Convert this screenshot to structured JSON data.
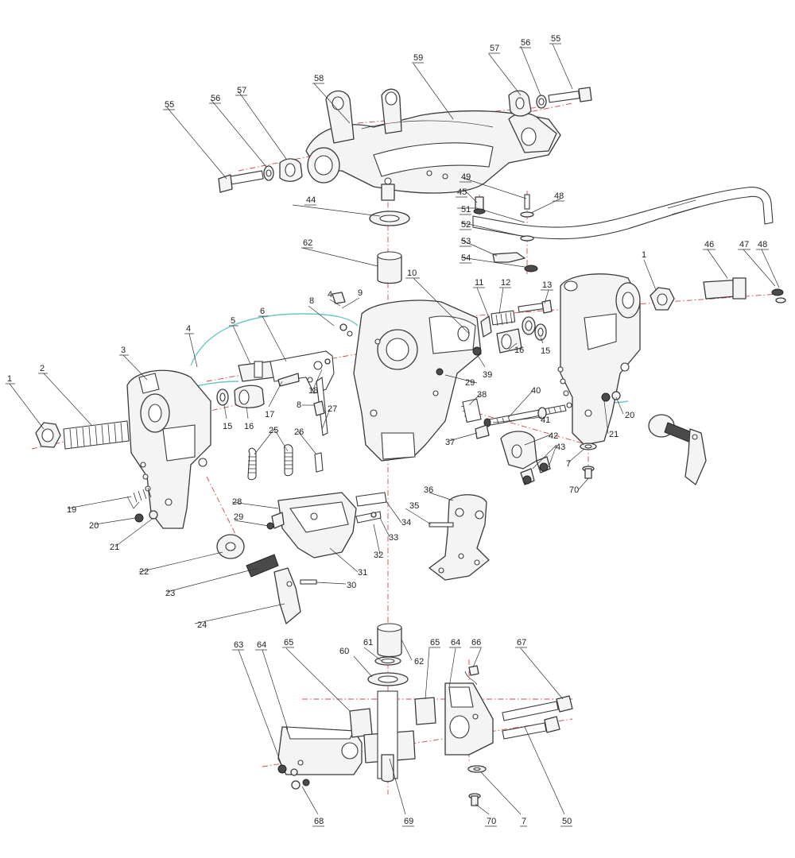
{
  "diagram": {
    "labels": [
      {
        "id": "l1a",
        "text": "1"
      },
      {
        "id": "l2",
        "text": "2"
      },
      {
        "id": "l3",
        "text": "3"
      },
      {
        "id": "l4a",
        "text": "4"
      },
      {
        "id": "l5",
        "text": "5"
      },
      {
        "id": "l6",
        "text": "6"
      },
      {
        "id": "l8a",
        "text": "8"
      },
      {
        "id": "l4b",
        "text": "4"
      },
      {
        "id": "l9",
        "text": "9"
      },
      {
        "id": "l10",
        "text": "10"
      },
      {
        "id": "l11",
        "text": "11"
      },
      {
        "id": "l12",
        "text": "12"
      },
      {
        "id": "l13",
        "text": "13"
      },
      {
        "id": "l1b",
        "text": "1"
      },
      {
        "id": "l46",
        "text": "46"
      },
      {
        "id": "l47",
        "text": "47"
      },
      {
        "id": "l48b",
        "text": "48"
      },
      {
        "id": "l15a",
        "text": "15"
      },
      {
        "id": "l16a",
        "text": "16"
      },
      {
        "id": "l17",
        "text": "17"
      },
      {
        "id": "l18",
        "text": "18"
      },
      {
        "id": "l8b",
        "text": "8"
      },
      {
        "id": "l27",
        "text": "27"
      },
      {
        "id": "l15b",
        "text": "15"
      },
      {
        "id": "l16b",
        "text": "16"
      },
      {
        "id": "l39",
        "text": "39"
      },
      {
        "id": "l29a",
        "text": "29"
      },
      {
        "id": "l38",
        "text": "38"
      },
      {
        "id": "l40",
        "text": "40"
      },
      {
        "id": "l41",
        "text": "41"
      },
      {
        "id": "l42",
        "text": "42"
      },
      {
        "id": "l43",
        "text": "43"
      },
      {
        "id": "l37",
        "text": "37"
      },
      {
        "id": "l20b",
        "text": "20"
      },
      {
        "id": "l21b",
        "text": "21"
      },
      {
        "id": "l7a",
        "text": "7"
      },
      {
        "id": "l70a",
        "text": "70"
      },
      {
        "id": "l25",
        "text": "25"
      },
      {
        "id": "l26",
        "text": "26"
      },
      {
        "id": "l19",
        "text": "19"
      },
      {
        "id": "l20a",
        "text": "20"
      },
      {
        "id": "l21a",
        "text": "21"
      },
      {
        "id": "l22",
        "text": "22"
      },
      {
        "id": "l23",
        "text": "23"
      },
      {
        "id": "l24",
        "text": "24"
      },
      {
        "id": "l28",
        "text": "28"
      },
      {
        "id": "l29b",
        "text": "29"
      },
      {
        "id": "l30",
        "text": "30"
      },
      {
        "id": "l31",
        "text": "31"
      },
      {
        "id": "l32",
        "text": "32"
      },
      {
        "id": "l33",
        "text": "33"
      },
      {
        "id": "l34",
        "text": "34"
      },
      {
        "id": "l35",
        "text": "35"
      },
      {
        "id": "l36",
        "text": "36"
      },
      {
        "id": "l44",
        "text": "44"
      },
      {
        "id": "l45",
        "text": "45"
      },
      {
        "id": "l49",
        "text": "49"
      },
      {
        "id": "l48a",
        "text": "48"
      },
      {
        "id": "l51",
        "text": "51"
      },
      {
        "id": "l52",
        "text": "52"
      },
      {
        "id": "l53",
        "text": "53"
      },
      {
        "id": "l54",
        "text": "54"
      },
      {
        "id": "l55a",
        "text": "55"
      },
      {
        "id": "l56a",
        "text": "56"
      },
      {
        "id": "l57a",
        "text": "57"
      },
      {
        "id": "l58",
        "text": "58"
      },
      {
        "id": "l59",
        "text": "59"
      },
      {
        "id": "l57b",
        "text": "57"
      },
      {
        "id": "l56b",
        "text": "56"
      },
      {
        "id": "l55b",
        "text": "55"
      },
      {
        "id": "l62a",
        "text": "62"
      },
      {
        "id": "l62b",
        "text": "62"
      },
      {
        "id": "l61",
        "text": "61"
      },
      {
        "id": "l60",
        "text": "60"
      },
      {
        "id": "l63",
        "text": "63"
      },
      {
        "id": "l64a",
        "text": "64"
      },
      {
        "id": "l65a",
        "text": "65"
      },
      {
        "id": "l65b",
        "text": "65"
      },
      {
        "id": "l64b",
        "text": "64"
      },
      {
        "id": "l66",
        "text": "66"
      },
      {
        "id": "l67",
        "text": "67"
      },
      {
        "id": "l50",
        "text": "50"
      },
      {
        "id": "l7b",
        "text": "7"
      },
      {
        "id": "l70b",
        "text": "70"
      },
      {
        "id": "l69",
        "text": "69"
      },
      {
        "id": "l68",
        "text": "68"
      }
    ]
  }
}
